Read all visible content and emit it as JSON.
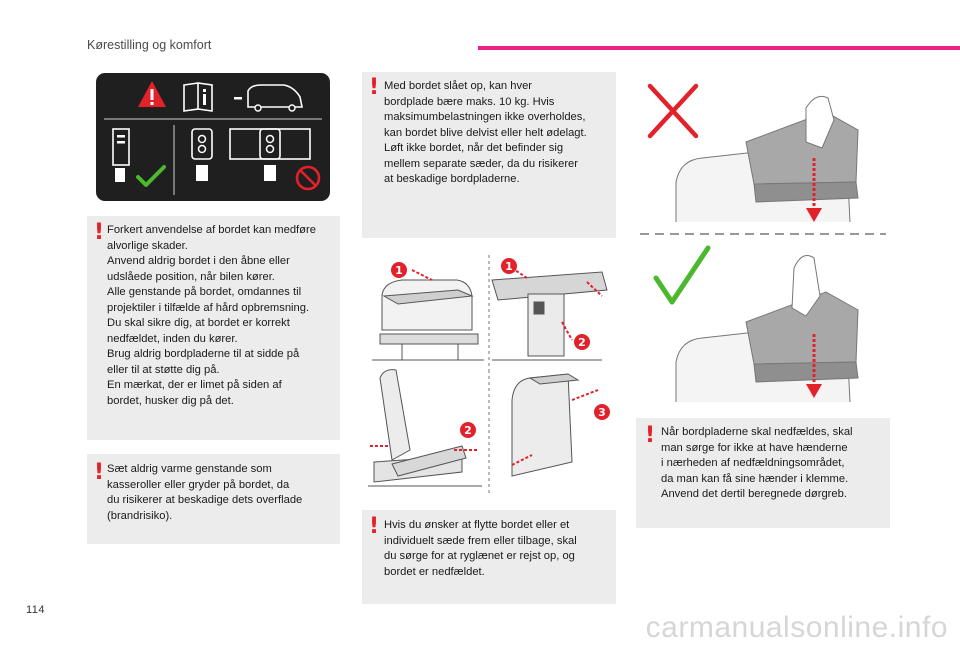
{
  "header": {
    "section_title": "Kørestilling og komfort"
  },
  "page_number": "114",
  "warnings": {
    "misuse": {
      "lines": [
        "Forkert anvendelse af bordet kan medføre",
        "alvorlige skader.",
        "Anvend aldrig bordet i den åbne eller",
        "udslåede position, når bilen kører.",
        "Alle genstande på bordet, omdannes til",
        "projektiler i tilfælde af hård opbremsning.",
        "Du skal sikre dig, at bordet er korrekt",
        "nedfældet, inden du kører.",
        "Brug aldrig bordpladerne til at sidde på",
        "eller til at støtte dig på.",
        "En mærkat, der er limet på siden af",
        "bordet, husker dig på det."
      ]
    },
    "hot_items": {
      "lines": [
        "Sæt aldrig varme genstande som",
        "kasseroller eller gryder på bordet, da",
        "du risikerer at beskadige dets overflade",
        "(brandrisiko)."
      ]
    },
    "load": {
      "lines": [
        "Med bordet slået op, kan hver",
        "bordplade bære maks. 10 kg. Hvis",
        "maksimumbelastningen ikke overholdes,",
        "kan bordet blive delvist eller helt ødelagt.",
        "Løft ikke bordet, når det befinder sig",
        "mellem separate sæder, da du risikerer",
        "at beskadige bordpladerne."
      ]
    },
    "fold": {
      "lines": [
        "Når bordpladerne skal nedfældes, skal",
        "man sørge for ikke at have hænderne",
        "i nærheden af nedfældningsområdet,",
        "da man kan få sine hænder i klemme.",
        "Anvend det dertil beregnede dørgreb."
      ]
    }
  },
  "notes": {
    "move_table": {
      "lines": [
        "Hvis du ønsker at flytte bordet eller et",
        "individuelt sæde frem eller tilbage, skal",
        "du sørge for at ryglænet er rejst op, og",
        "bordet er nedfældet."
      ]
    }
  },
  "illustration_steps": [
    "1",
    "1",
    "2",
    "2",
    "3"
  ],
  "watermark": "carmanualsonline.info",
  "colors": {
    "accent": "#e8248c",
    "warning": "#e3212b",
    "ok": "#4cb82e",
    "box": "#ececec"
  }
}
